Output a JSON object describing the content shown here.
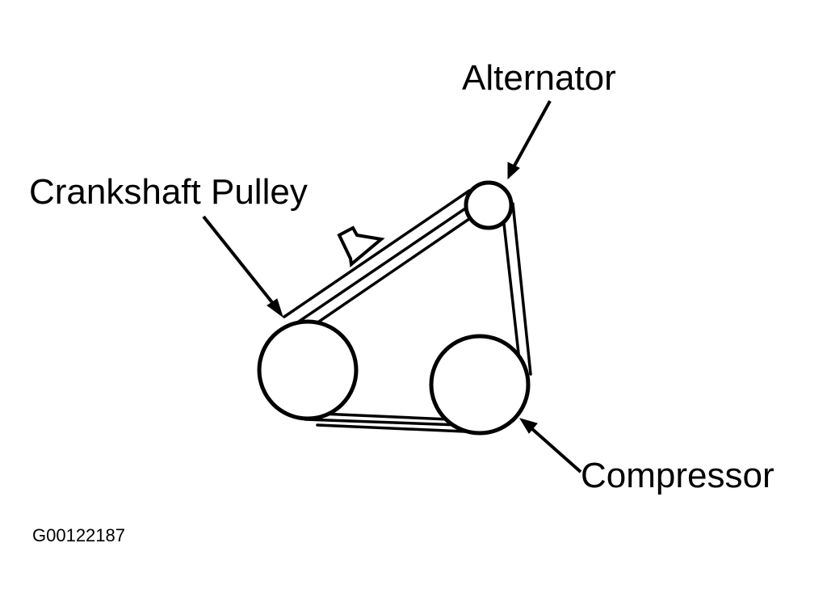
{
  "labels": {
    "crankshaft": "Crankshaft Pulley",
    "alternator": "Alternator",
    "compressor": "Compressor"
  },
  "figure_id": "G00122187",
  "colors": {
    "ink": "#000000",
    "background": "#ffffff"
  }
}
